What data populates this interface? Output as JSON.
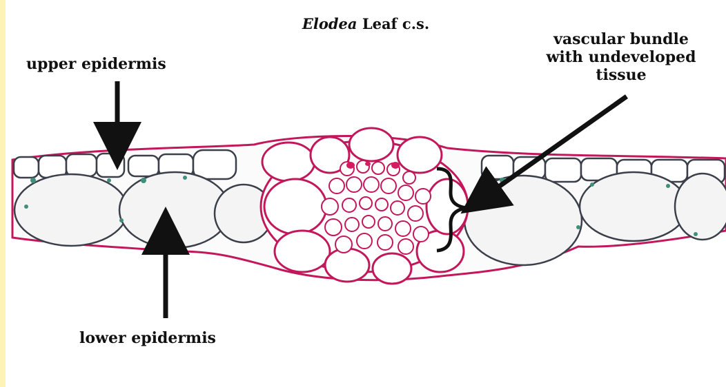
{
  "title": {
    "genus": "Elodea",
    "rest": " Leaf c.s."
  },
  "labels": {
    "upper_epidermis": "upper epidermis",
    "lower_epidermis": "lower epidermis",
    "vascular_bundle_line1": "vascular bundle",
    "vascular_bundle_line2": "with undeveloped",
    "vascular_bundle_line3": "tissue"
  },
  "colors": {
    "background": "#fdf3b6",
    "cell_wall": "#c2185b",
    "cell_outline": "#3a3f4a",
    "chloroplast": "#3f8f7a",
    "arrow": "#111111"
  }
}
